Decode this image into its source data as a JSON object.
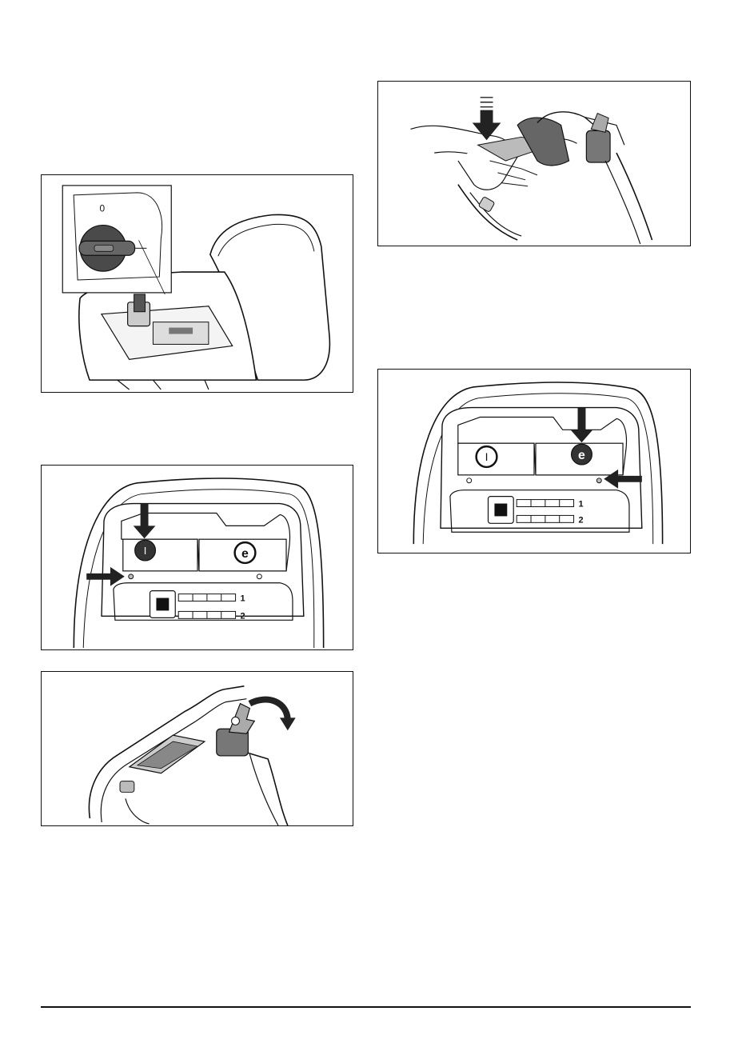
{
  "page": {
    "footer_rule": true
  },
  "figures": {
    "key_insert": {
      "key_symbol": "0"
    },
    "panel_left": {
      "on_symbol": "I",
      "eco_symbol": "e",
      "level_1": "1",
      "level_2": "2"
    },
    "handle_lever": {},
    "hands_press": {},
    "panel_right": {
      "on_symbol": "I",
      "eco_symbol": "e",
      "level_1": "1",
      "level_2": "2"
    }
  }
}
